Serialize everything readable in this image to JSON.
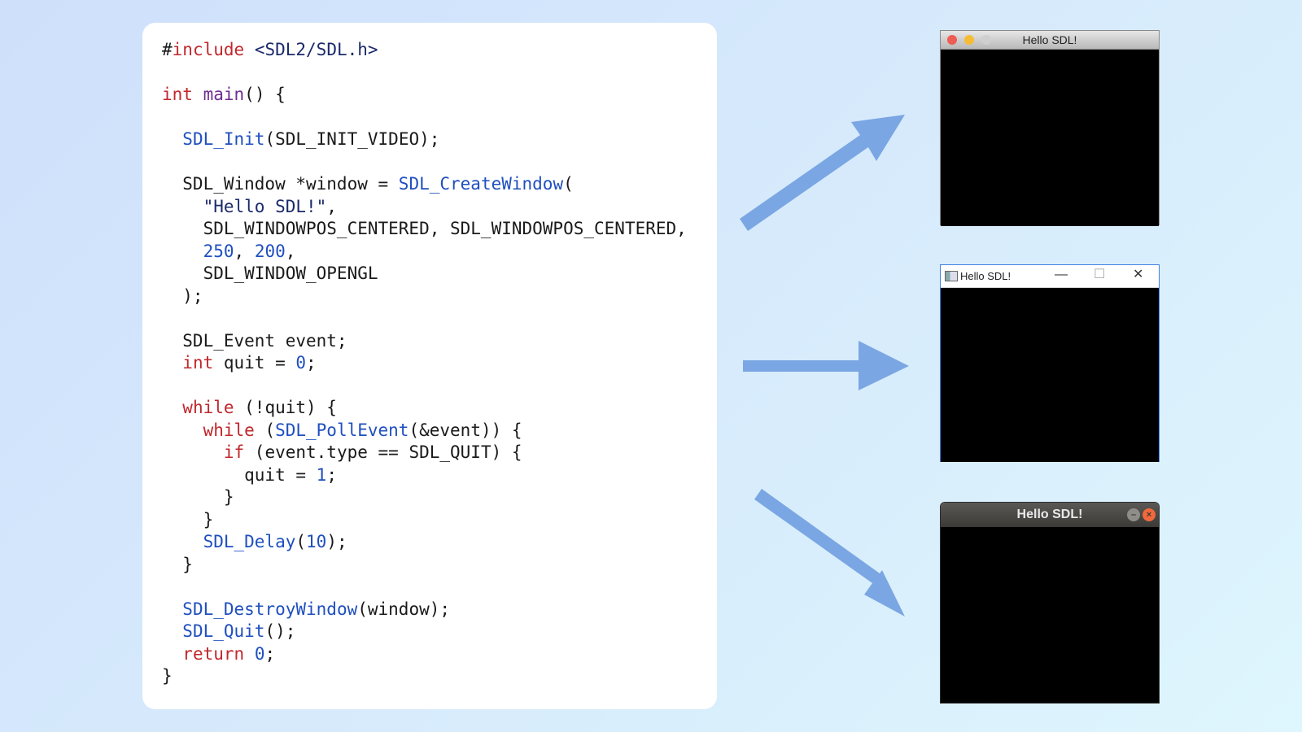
{
  "code_lines": [
    [
      {
        "t": "#"
      },
      {
        "t": "include",
        "c": "kw"
      },
      {
        "t": " <SDL2/SDL.h>",
        "c": "str"
      }
    ],
    [],
    [
      {
        "t": "int",
        "c": "kw"
      },
      {
        "t": " "
      },
      {
        "t": "main",
        "c": "fn-main"
      },
      {
        "t": "() {"
      }
    ],
    [],
    [
      {
        "t": "  "
      },
      {
        "t": "SDL_Init",
        "c": "fn"
      },
      {
        "t": "(SDL_INIT_VIDEO);"
      }
    ],
    [],
    [
      {
        "t": "  SDL_Window *window = "
      },
      {
        "t": "SDL_CreateWindow",
        "c": "fn"
      },
      {
        "t": "("
      }
    ],
    [
      {
        "t": "    "
      },
      {
        "t": "\"Hello SDL!\"",
        "c": "str"
      },
      {
        "t": ","
      }
    ],
    [
      {
        "t": "    SDL_WINDOWPOS_CENTERED, SDL_WINDOWPOS_CENTERED,"
      }
    ],
    [
      {
        "t": "    "
      },
      {
        "t": "250",
        "c": "num"
      },
      {
        "t": ", "
      },
      {
        "t": "200",
        "c": "num"
      },
      {
        "t": ","
      }
    ],
    [
      {
        "t": "    SDL_WINDOW_OPENGL"
      }
    ],
    [
      {
        "t": "  );"
      }
    ],
    [],
    [
      {
        "t": "  SDL_Event event;"
      }
    ],
    [
      {
        "t": "  "
      },
      {
        "t": "int",
        "c": "kw"
      },
      {
        "t": " quit = "
      },
      {
        "t": "0",
        "c": "num"
      },
      {
        "t": ";"
      }
    ],
    [],
    [
      {
        "t": "  "
      },
      {
        "t": "while",
        "c": "kw"
      },
      {
        "t": " (!quit) {"
      }
    ],
    [
      {
        "t": "    "
      },
      {
        "t": "while",
        "c": "kw"
      },
      {
        "t": " ("
      },
      {
        "t": "SDL_PollEvent",
        "c": "fn"
      },
      {
        "t": "(&event)) {"
      }
    ],
    [
      {
        "t": "      "
      },
      {
        "t": "if",
        "c": "kw"
      },
      {
        "t": " (event.type == SDL_QUIT) {"
      }
    ],
    [
      {
        "t": "        quit = "
      },
      {
        "t": "1",
        "c": "num"
      },
      {
        "t": ";"
      }
    ],
    [
      {
        "t": "      }"
      }
    ],
    [
      {
        "t": "    }"
      }
    ],
    [
      {
        "t": "    "
      },
      {
        "t": "SDL_Delay",
        "c": "fn"
      },
      {
        "t": "("
      },
      {
        "t": "10",
        "c": "num"
      },
      {
        "t": ");"
      }
    ],
    [
      {
        "t": "  }"
      }
    ],
    [],
    [
      {
        "t": "  "
      },
      {
        "t": "SDL_DestroyWindow",
        "c": "fn"
      },
      {
        "t": "(window);"
      }
    ],
    [
      {
        "t": "  "
      },
      {
        "t": "SDL_Quit",
        "c": "fn"
      },
      {
        "t": "();"
      }
    ],
    [
      {
        "t": "  "
      },
      {
        "t": "return",
        "c": "kw"
      },
      {
        "t": " "
      },
      {
        "t": "0",
        "c": "num"
      },
      {
        "t": ";"
      }
    ],
    [
      {
        "t": "}"
      }
    ]
  ],
  "windows": {
    "mac": {
      "title": "Hello SDL!"
    },
    "windows": {
      "title": "Hello SDL!",
      "minimize_glyph": "—",
      "maximize_glyph": "☐",
      "close_glyph": "✕"
    },
    "linux": {
      "title": "Hello SDL!",
      "minimize_glyph": "–",
      "close_glyph": "×"
    }
  },
  "colors": {
    "keyword": "#c1272d",
    "function": "#1f4fbf",
    "string": "#1b2a6b",
    "arrow": "#7aa6e3",
    "mac_close": "#ee5c54",
    "mac_minimize": "#f5bd35",
    "mac_zoom": "#cfcfcf",
    "linux_close": "#f0683c",
    "linux_minimize": "#8f8d87"
  },
  "icons": {
    "arrow_up": "arrow-up-right-icon",
    "arrow_mid": "arrow-right-icon",
    "arrow_down": "arrow-down-right-icon"
  }
}
